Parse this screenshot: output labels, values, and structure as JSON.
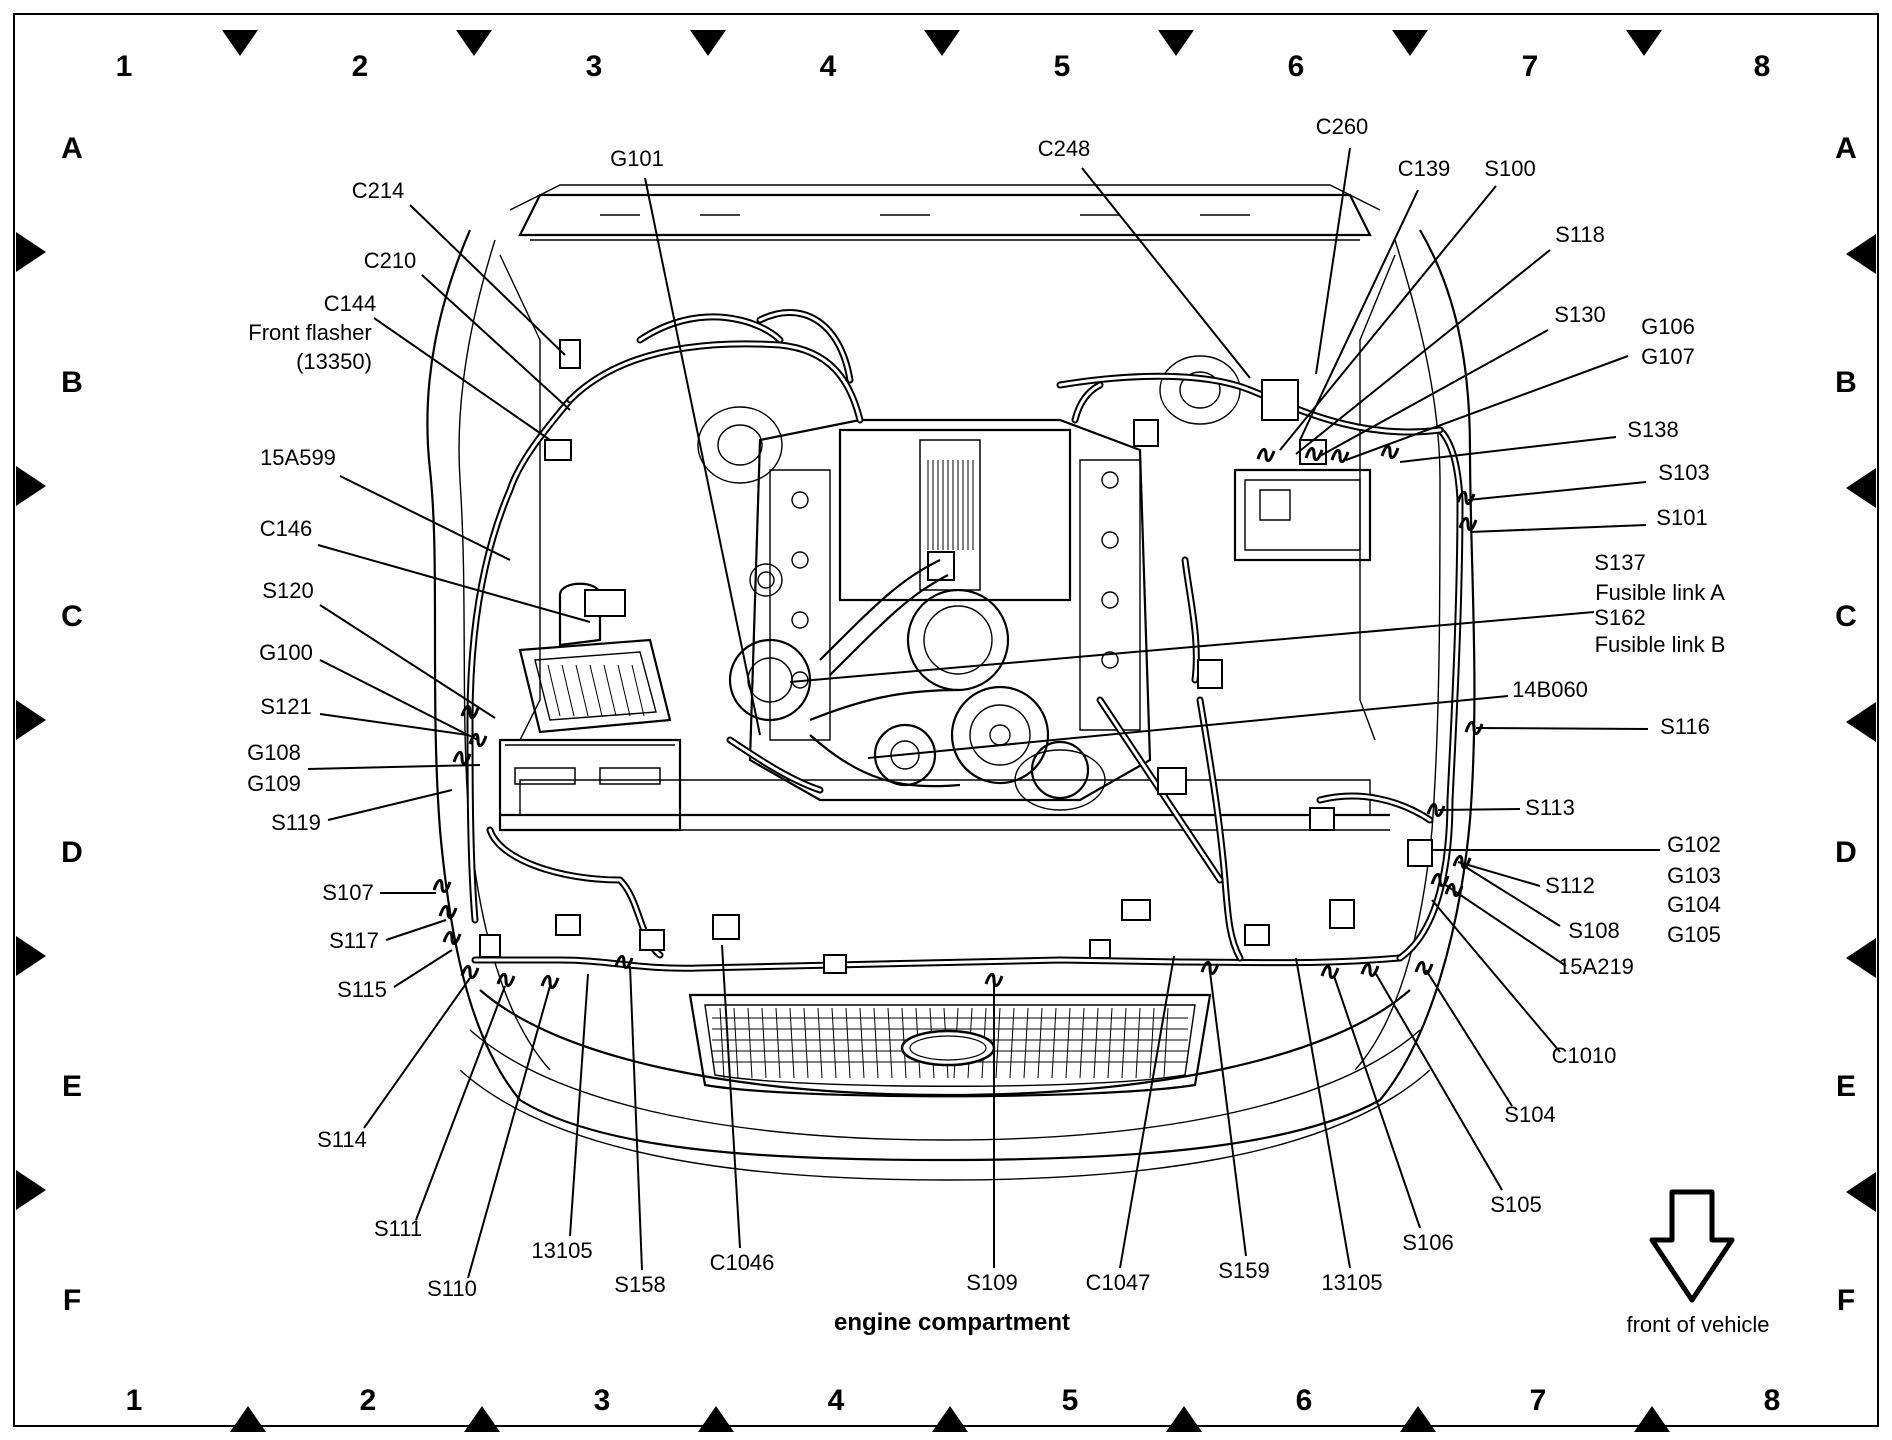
{
  "grid": {
    "columns": [
      "1",
      "2",
      "3",
      "4",
      "5",
      "6",
      "7",
      "8"
    ],
    "rows": [
      "A",
      "B",
      "C",
      "D",
      "E",
      "F"
    ]
  },
  "labels": {
    "G101": "G101",
    "C214": "C214",
    "C210": "C210",
    "C144": "C144",
    "front_flasher": "Front flasher",
    "front_flasher_num": "(13350)",
    "15A599": "15A599",
    "C146": "C146",
    "S120": "S120",
    "G100": "G100",
    "S121": "S121",
    "G108": "G108",
    "G109": "G109",
    "S119": "S119",
    "S107": "S107",
    "S117": "S117",
    "S115": "S115",
    "S114": "S114",
    "S111": "S111",
    "S110": "S110",
    "13105_left": "13105",
    "S158": "S158",
    "C1046": "C1046",
    "S109": "S109",
    "C1047": "C1047",
    "S159": "S159",
    "13105_right": "13105",
    "S106": "S106",
    "S105": "S105",
    "S104": "S104",
    "C1010": "C1010",
    "15A219": "15A219",
    "S108": "S108",
    "S112": "S112",
    "G102": "G102",
    "G103": "G103",
    "G104": "G104",
    "G105": "G105",
    "S113": "S113",
    "S116": "S116",
    "14B060": "14B060",
    "S137": "S137",
    "fusible_a": "Fusible link A",
    "S162": "S162",
    "fusible_b": "Fusible link B",
    "S101": "S101",
    "S103": "S103",
    "S138": "S138",
    "G106": "G106",
    "G107": "G107",
    "S130": "S130",
    "S118": "S118",
    "S100": "S100",
    "C139": "C139",
    "C260": "C260",
    "C248": "C248"
  },
  "caption": "engine compartment",
  "front_label": "front of vehicle"
}
